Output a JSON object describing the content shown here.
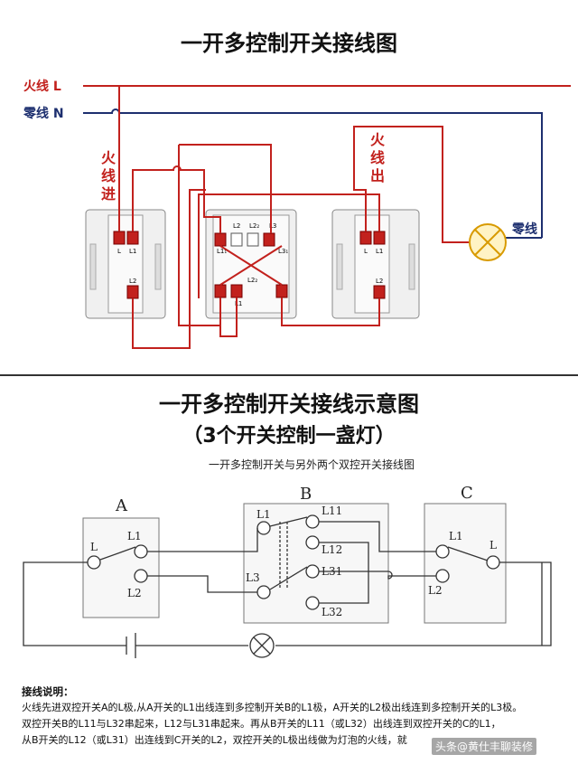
{
  "top": {
    "title": "一开多控制开关接线图",
    "live_label": "火线 L",
    "neutral_label": "零线 N",
    "live_in": [
      "火",
      "线",
      "进"
    ],
    "live_out": [
      "火",
      "线",
      "出"
    ],
    "lamp_neutral": "零线",
    "sw1": {
      "l": "L",
      "l1": "L1",
      "l2": "L2"
    },
    "sw2": {
      "l2": "L2",
      "l2b": "L2₂",
      "l3": "L3",
      "l1": "L1₁",
      "l3b": "L3₁",
      "l2c": "L2₂",
      "l1b": "L1"
    },
    "sw3": {
      "l": "L",
      "l1": "L1",
      "l2": "L2"
    }
  },
  "bottom": {
    "title": "一开多控制开关接线示意图",
    "subtitle": "（3个开关控制一盏灯）",
    "caption": "一开多控制开关与另外两个双控开关接线图",
    "labels": {
      "A": "A",
      "B": "B",
      "C": "C",
      "a_L": "L",
      "a_L1": "L1",
      "a_L2": "L2",
      "b_L1": "L1",
      "b_L11": "L11",
      "b_L12": "L12",
      "b_L3": "L3",
      "b_L31": "L31",
      "b_L32": "L32",
      "c_L1": "L1",
      "c_L": "L",
      "c_L2": "L2"
    },
    "notes_head": "接线说明：",
    "notes": [
      "火线先进双控开关A的L极,从A开关的L1出线连到多控制开关B的L1极，A开关的L2极出线连到多控制开关的L3极。",
      "双控开关B的L11与L32串起来，L12与L31串起来。再从B开关的L11（或L32）出线连到双控开关的C的L1，",
      "从B开关的L12（或L31）出连线到C开关的L2，双控开关的L极出线做为灯泡的火线，就"
    ],
    "watermark": "头条@黄仕丰聊装修"
  }
}
